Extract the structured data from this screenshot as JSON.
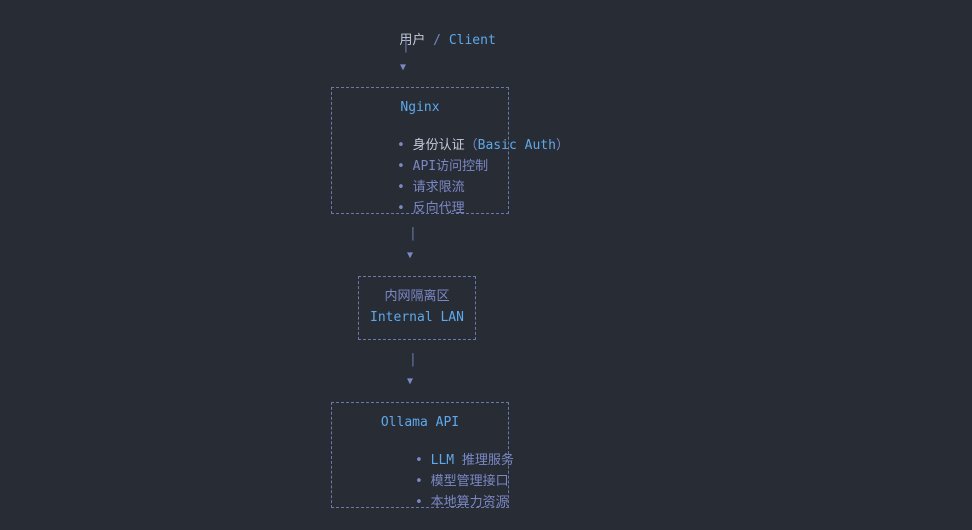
{
  "palette": {
    "background": "#272c35",
    "text_muted": "#7b88c4",
    "text_bright": "#5fa8ea",
    "text_light": "#c4cad9",
    "border": "#6a78ab"
  },
  "flow": {
    "connector": {
      "pipe": "|",
      "arrow": "▼"
    },
    "client": {
      "label_zh": "用户",
      "separator": " / ",
      "label_en": "Client"
    },
    "nginx": {
      "title": "Nginx",
      "bullet": "• ",
      "feature_auth": {
        "zh": "身份认证",
        "paren_open": "（",
        "en": "Basic Auth",
        "paren_close": "）"
      },
      "feature_api_control": "API访问控制",
      "feature_rate_limit": "请求限流",
      "feature_reverse_proxy": "反向代理"
    },
    "internal_lan": {
      "label_zh": "内网隔离区",
      "label_en": "Internal LAN"
    },
    "ollama": {
      "title": "Ollama API",
      "bullet": "• ",
      "feature_llm": {
        "en": "LLM",
        "zh": " 推理服务"
      },
      "feature_model_mgmt": "模型管理接口",
      "feature_local_compute": "本地算力资源"
    }
  }
}
